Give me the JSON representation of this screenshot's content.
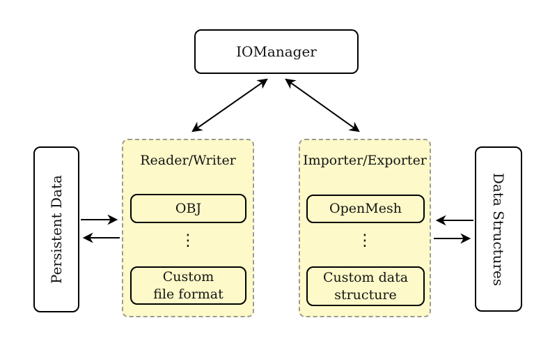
{
  "diagram": {
    "io_manager": "IOManager",
    "persistent_data": "Persistent Data",
    "data_structures": "Data Structures",
    "groups": [
      {
        "title": "Reader/Writer",
        "top_item": "OBJ",
        "dots": "⋮",
        "bottom_item_line1": "Custom",
        "bottom_item_line2": "file format"
      },
      {
        "title": "Importer/Exporter",
        "top_item": "OpenMesh",
        "dots": "⋮",
        "bottom_item_line1": "Custom data",
        "bottom_item_line2": "structure"
      }
    ],
    "edges": [
      {
        "from": "IOManager",
        "to": "Reader/Writer",
        "style": "double-arrow"
      },
      {
        "from": "IOManager",
        "to": "Importer/Exporter",
        "style": "double-arrow"
      },
      {
        "from": "Persistent Data",
        "to": "Reader/Writer",
        "style": "arrow"
      },
      {
        "from": "Reader/Writer",
        "to": "Persistent Data",
        "style": "arrow"
      },
      {
        "from": "Data Structures",
        "to": "Importer/Exporter",
        "style": "arrow"
      },
      {
        "from": "Importer/Exporter",
        "to": "Data Structures",
        "style": "arrow"
      }
    ],
    "colors": {
      "group_fill": "#FDF9C8",
      "group_border": "#9b9b97",
      "node_fill": "#ffffff",
      "node_border": "#000000",
      "arrow": "#000000",
      "background": "#ffffff"
    }
  }
}
